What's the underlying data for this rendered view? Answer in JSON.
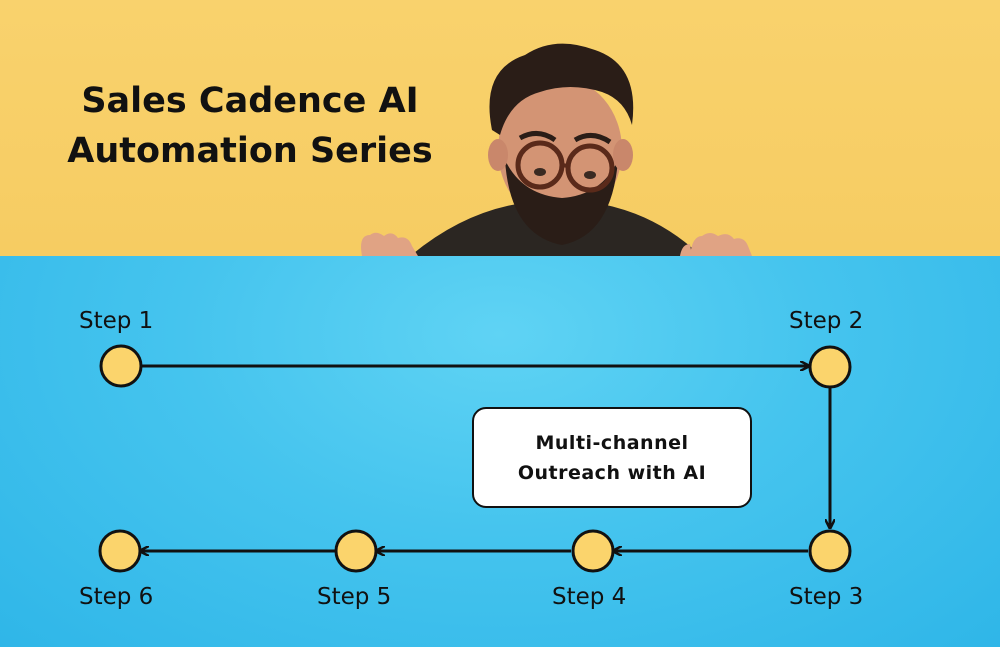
{
  "title": {
    "line1": "Sales Cadence AI",
    "line2": "Automation Series"
  },
  "steps": [
    {
      "label": "Step 1"
    },
    {
      "label": "Step 2"
    },
    {
      "label": "Step 3"
    },
    {
      "label": "Step 4"
    },
    {
      "label": "Step 5"
    },
    {
      "label": "Step 6"
    }
  ],
  "callout": {
    "line1": "Multi-channel",
    "line2": "Outreach with AI"
  },
  "colors": {
    "background_top": "#f8d36e",
    "board": "#45c4ee",
    "node_fill": "#fbd46c",
    "stroke": "#111111",
    "callout_bg": "#ffffff"
  }
}
